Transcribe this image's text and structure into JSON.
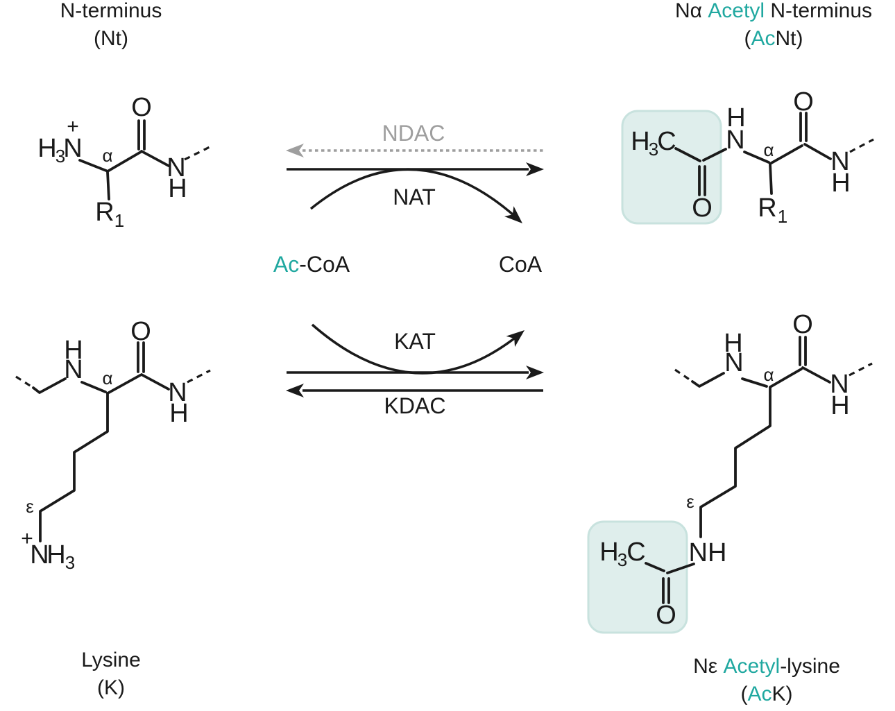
{
  "colors": {
    "black": "#1a1a1a",
    "gray": "#9e9e9e",
    "teal": "#20a8a0",
    "highlight_fill": "#dfeeec",
    "highlight_stroke": "#c8e2de"
  },
  "titles": {
    "nt": {
      "line1": "N-terminus",
      "line2": "(Nt)"
    },
    "acnt": {
      "pre": "Nα ",
      "accent": "Acetyl",
      "post": " N-terminus",
      "abbr_pre": "(",
      "abbr_accent": "Ac",
      "abbr_post": "Nt)"
    },
    "k": {
      "line1": "Lysine",
      "line2": "(K)"
    },
    "ack": {
      "pre": "Nε ",
      "accent": "Acetyl",
      "post": "-lysine",
      "abbr_pre": "(",
      "abbr_accent": "Ac",
      "abbr_post": "K)"
    }
  },
  "reactions": {
    "top": {
      "forward_enzyme": "NAT",
      "reverse_enzyme": "NDAC"
    },
    "bottom": {
      "forward_enzyme": "KAT",
      "reverse_enzyme": "KDAC"
    },
    "cofactor_substrate": {
      "accent": "Ac",
      "rest": "-CoA"
    },
    "cofactor_product": "CoA"
  },
  "glyphs": {
    "O": "O",
    "N": "N",
    "H": "H",
    "C": "C",
    "R": "R",
    "NH": "NH",
    "plus": "+",
    "alpha": "α",
    "epsilon": "ε",
    "sub3": "3",
    "sub1": "1"
  }
}
